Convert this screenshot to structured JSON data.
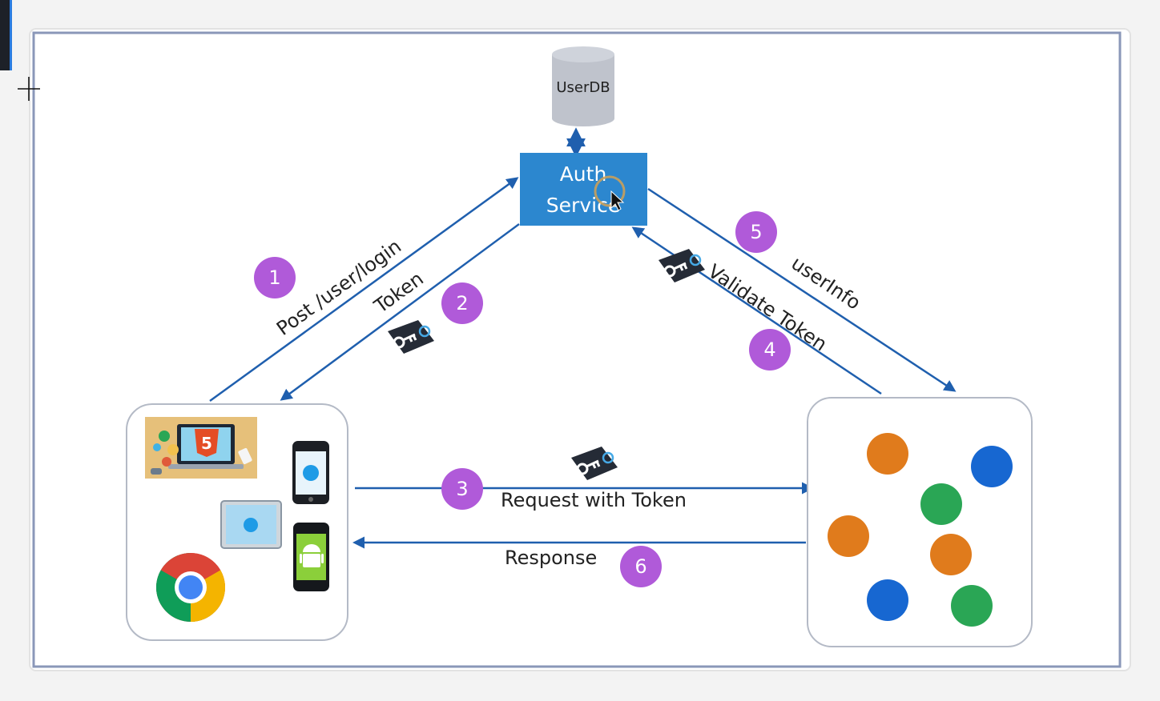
{
  "diagram": {
    "database_label": "UserDB",
    "auth_service_line1": "Auth",
    "auth_service_line2": "Service",
    "edges": {
      "login": "Post /user/login",
      "token": "Token",
      "request": "Request with Token",
      "validate": "Validate Token",
      "userinfo": "userInfo",
      "response": "Response"
    },
    "steps": [
      "1",
      "2",
      "3",
      "4",
      "5",
      "6"
    ],
    "html5_badge": "5",
    "colors": {
      "frame_border": "#8a97b8",
      "arrow": "#1f5fae",
      "auth_box": "#2c87cf",
      "step_badge": "#b05ad9",
      "db": "#bfc3cc",
      "service_orange": "#e07b1c",
      "service_blue": "#1767d1",
      "service_green": "#2aa655",
      "key_tag": "#252b36"
    },
    "client_icons": [
      "html5-laptop-icon",
      "iphone-icon",
      "ipad-icon",
      "android-phone-icon",
      "chrome-icon"
    ],
    "service_icons": [
      "orange-node-icon",
      "blue-node-icon",
      "green-node-icon"
    ]
  }
}
